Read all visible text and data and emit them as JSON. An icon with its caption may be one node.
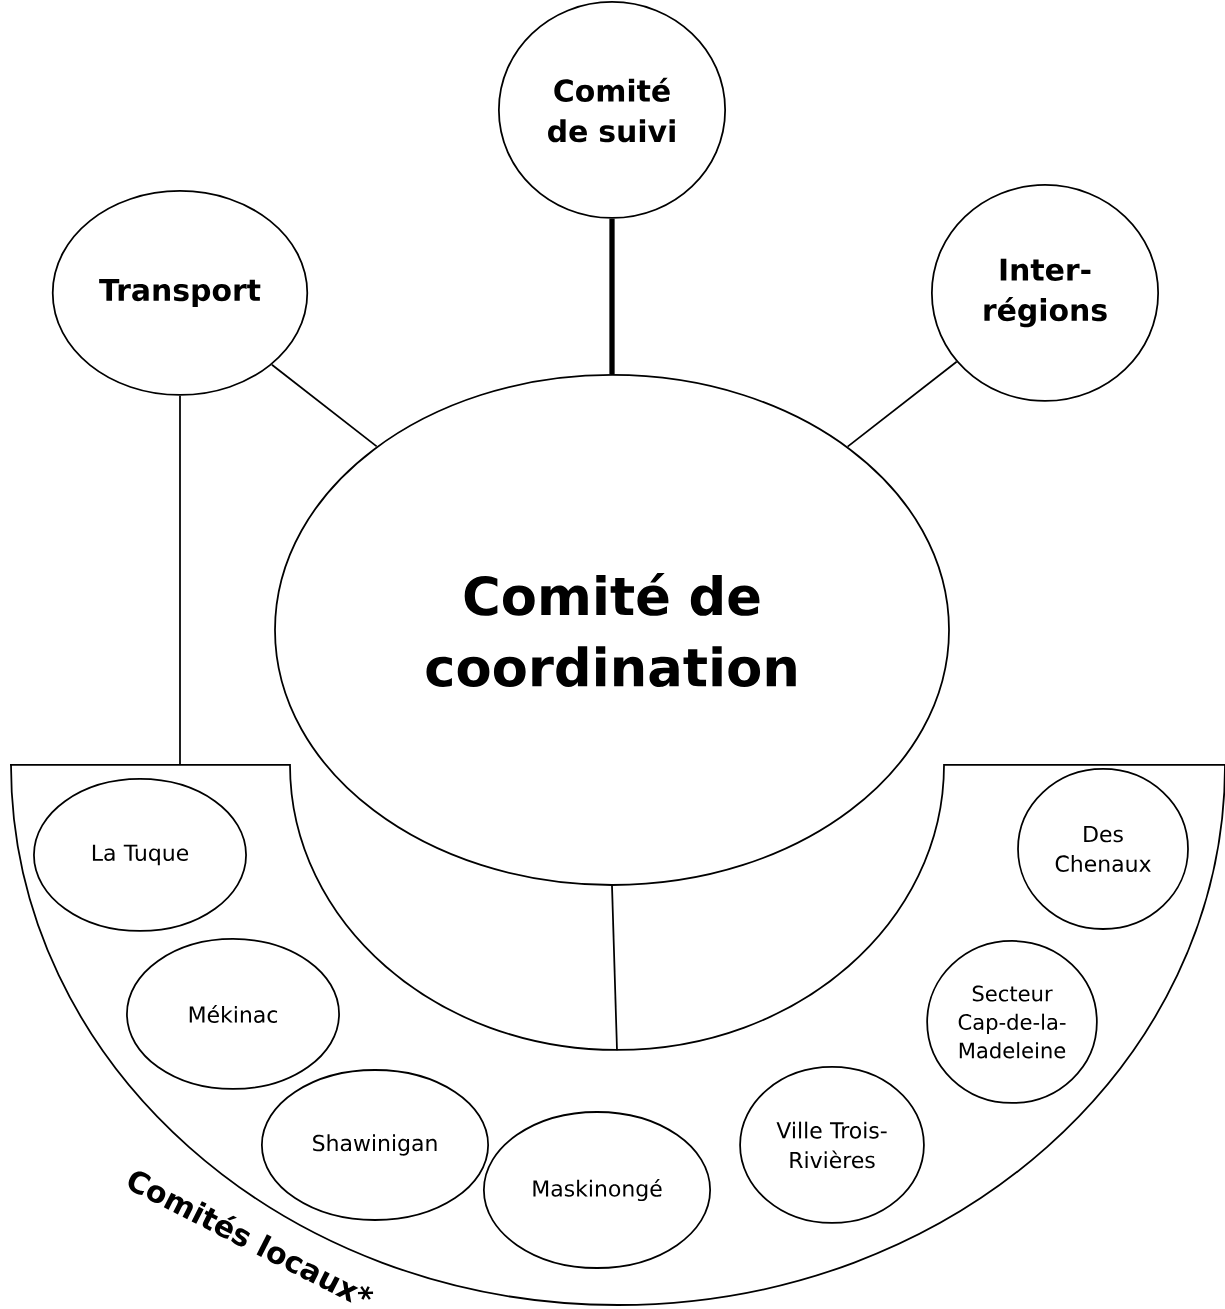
{
  "diagram": {
    "nodes": [
      {
        "text": [
          "Comité de suivi"
        ]
      },
      {
        "text": [
          "Transport"
        ]
      },
      {
        "text": [
          "Inter-régions"
        ]
      },
      {
        "text": [
          "Comité de coordination"
        ]
      },
      {
        "text": [
          "Comités locaux*"
        ]
      },
      {
        "text": [
          "La Tuque"
        ],
        "in": 4
      },
      {
        "text": [
          "Mékinac"
        ],
        "in": 4
      },
      {
        "text": [
          "Shawinigan"
        ],
        "in": 4
      },
      {
        "text": [
          "Maskinongé"
        ],
        "in": 4
      },
      {
        "text": [
          "Ville Trois-Rivières"
        ],
        "in": 4
      },
      {
        "text": [
          "Secteur Cap-de-la-Madeleine"
        ],
        "in": 4
      },
      {
        "text": [
          "Des Chenaux"
        ],
        "in": 4
      }
    ],
    "edges": [
      {
        "from": 0,
        "to": 3,
        "arrow": "none",
        "style": "thick"
      },
      {
        "from": 1,
        "to": 3,
        "arrow": "none"
      },
      {
        "from": 2,
        "to": 3,
        "arrow": "none"
      },
      {
        "from": 1,
        "to": 4,
        "arrow": "none"
      },
      {
        "from": 3,
        "to": 4,
        "arrow": "none"
      }
    ]
  }
}
